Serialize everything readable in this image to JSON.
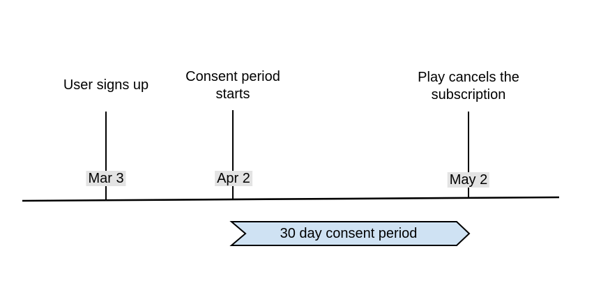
{
  "diagram": {
    "background_color": "#ffffff",
    "line_color": "#000000",
    "text_color": "#000000",
    "badge_bg_color": "#e3e3e3",
    "events": [
      {
        "label": "User signs up",
        "date": "Mar 3"
      },
      {
        "label": "Consent period\nstarts",
        "date": "Apr 2"
      },
      {
        "label": "Play cancels the\nsubscription",
        "date": "May 2"
      }
    ],
    "banner": {
      "label": "30 day consent period",
      "fill": "#cfe2f3",
      "border": "#000000"
    }
  }
}
